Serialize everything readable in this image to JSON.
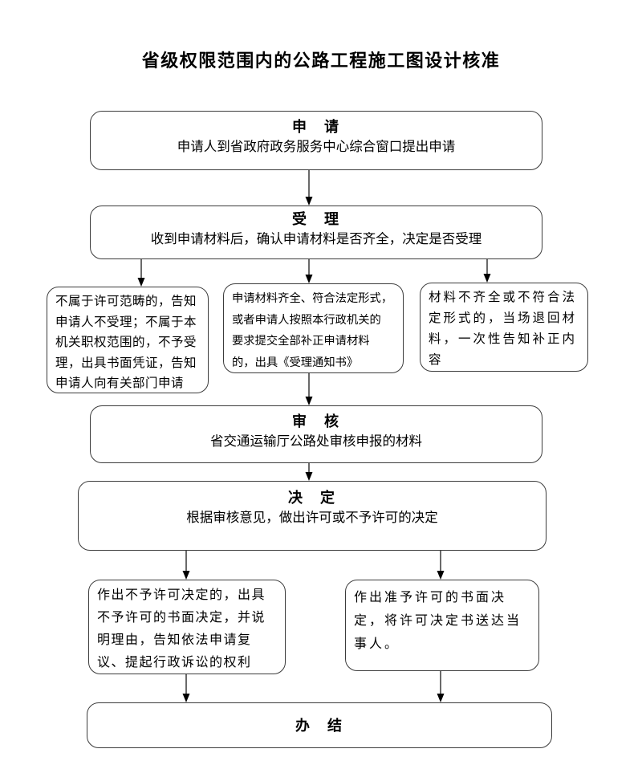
{
  "title": "省级权限范围内的公路工程施工图设计核准",
  "flow": {
    "apply": {
      "header": "申　请",
      "body": "申请人到省政府政务服务中心综合窗口提出申请"
    },
    "accept": {
      "header": "受　理",
      "body": "收到申请材料后，确认申请材料是否齐全，决定是否受理"
    },
    "reject_branch": {
      "body": "不属于许可范畴的，告知\n申请人不受理；不属于本\n机关职权范围的，不予受\n理，出具书面凭证，告知\n申请人向有关部门申请"
    },
    "notice_branch": {
      "body": "申请材料齐全、符合法定形式，\n或者申请人按照本行政机关的\n要求提交全部补正申请材料\n的，出具《受理通知书》"
    },
    "return_branch": {
      "body": "材料不齐全或不符合法\n定形式的，当场退回材\n料，一次性告知补正内\n容"
    },
    "review": {
      "header": "审　核",
      "body": "省交通运输厅公路处审核申报的材料"
    },
    "decide": {
      "header": "决　定",
      "body": "根据审核意见，做出许可或不予许可的决定"
    },
    "deny_branch": {
      "body": "作出不予许可决定的，出具\n不予许可的书面决定，并说\n明理由，告知依法申请复\n议、提起行政诉讼的权利"
    },
    "grant_branch": {
      "body": "作出准予许可的书面决\n定，将许可决定书送达当\n事人。"
    },
    "finish": {
      "header": "办　结"
    }
  },
  "colors": {
    "border": "#3c3c3c",
    "line": "#1a1a1a",
    "arrowhead": "#000000",
    "text": "#000000",
    "background": "#ffffff"
  }
}
